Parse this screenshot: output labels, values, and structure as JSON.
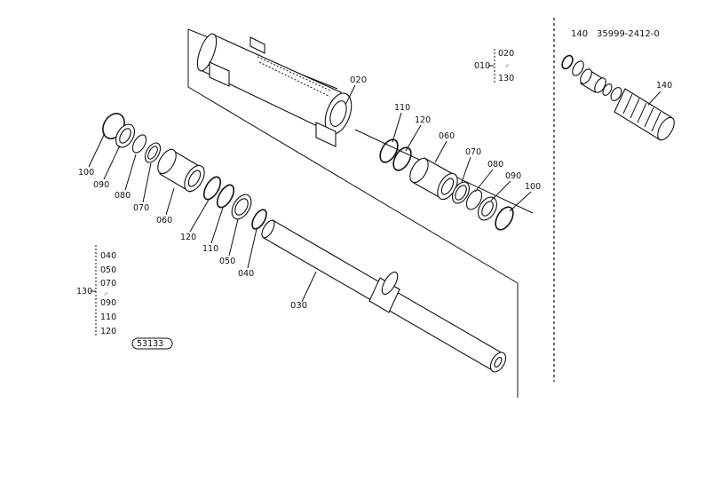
{
  "header": {
    "ref": "140",
    "part_number": "35999-2412-0"
  },
  "labels": {
    "tube": "020",
    "rod": "030",
    "boot": "140",
    "nut_l": "040",
    "spacer_l": "050",
    "piston_l": "060",
    "ring070_l": "070",
    "ring080_l": "080",
    "ring090_l": "090",
    "snap100_l": "100",
    "oring110_l": "110",
    "backup120_l": "120",
    "oring110_r": "110",
    "backup120_r": "120",
    "piston_r": "060",
    "ring070_r": "070",
    "ring080_r": "080",
    "ring090_r": "090",
    "snap100_r": "100"
  },
  "assembly_010": {
    "label": "010",
    "items": [
      "020",
      "130"
    ]
  },
  "kit_130": {
    "label": "130",
    "items": [
      "040",
      "050",
      "070",
      "090",
      "110",
      "120"
    ]
  },
  "stamp": "53133"
}
